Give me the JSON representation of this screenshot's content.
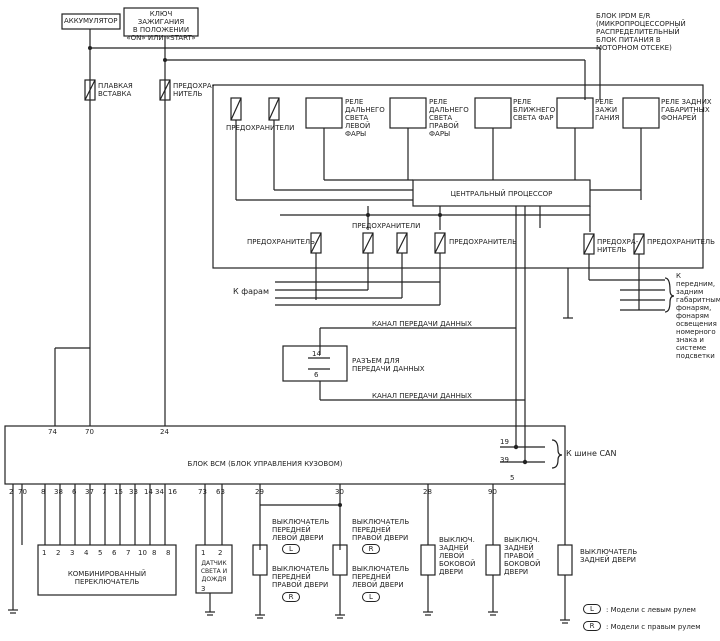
{
  "battery": "АККУМУЛЯТОР",
  "ignition_switch": "КЛЮЧ ЗАЖИГАНИЯ\nВ ПОЛОЖЕНИИ\n«ON» или «START»",
  "ipdm": "БЛОК IPDM E/R\n(МИКРОПРОЦЕССОРНЫЙ\nРАСПРЕДЕЛИТЕЛЬНЫЙ\nБЛОК ПИТАНИЯ В\nМОТОРНОМ ОТСЕКЕ)",
  "fusible_link": "ПЛАВКАЯ\nВСТАВКА",
  "fuse": "ПРЕДОХРА-\nНИТЕЛЬ",
  "fuses": "ПРЕДОХРАНИТЕЛИ",
  "relay_hi_left": "РЕЛЕ\nДАЛЬНЕГО\nСВЕТА\nЛЕВОЙ\nФАРЫ",
  "relay_hi_right": "РЕЛЕ\nДАЛЬНЕГО\nСВЕТА\nПРАВОЙ\nФАРЫ",
  "relay_low": "РЕЛЕ\nБЛИЖНЕГО\nСВЕТА ФАР",
  "relay_ign": "РЕЛЕ\nЗАЖИ\nГАНИЯ",
  "relay_tail": "РЕЛЕ ЗАДНИХ\nГАБАРИТНЫХ\nФОНАРЕЙ",
  "cpu": "ЦЕНТРАЛЬНЫЙ ПРОЦЕССОР",
  "fuse_lower_left": "ПРЕДОХРАНИТЕЛЬ",
  "fuse_lower_mid": "ПРЕДОХРАНИТЕЛИ",
  "fuse_lower_r1": "ПРЕДОХРАНИТЕЛЬ",
  "fuse_lower_r2": "ПРЕДОХРА-\nНИТЕЛЬ",
  "fuse_lower_r3": "ПРЕДОХРАНИТЕЛЬ",
  "to_headlamps": "К фарам",
  "to_lamps": "К передним,\nзадним\nгабаритным\nфонарям,\nфонарям\nосвещения\nномерного\nзнака и\nсистеме\nподсветки",
  "data_channel_1": "КАНАЛ ПЕРЕДАЧИ ДАННЫХ",
  "data_channel_2": "КАНАЛ ПЕРЕДАЧИ ДАННЫХ",
  "data_link": "РАЗЪЕМ ДЛЯ\nПЕРЕДАЧИ ДАННЫХ",
  "dlc_pins": [
    "14",
    "6"
  ],
  "can_bus": "К шине CAN",
  "bcm": "БЛОК BCM (БЛОК УПРАВЛЕНИЯ КУЗОВОМ)",
  "bcm_top_pins": [
    "74",
    "70",
    "24"
  ],
  "bcm_right_pins": [
    "19",
    "39",
    "5"
  ],
  "bcm_bottom_pins": [
    "2",
    "70",
    "8",
    "38",
    "6",
    "37",
    "7",
    "15",
    "33",
    "14",
    "34",
    "16",
    "73",
    "63",
    "29",
    "30",
    "28",
    "90"
  ],
  "combo_switch": "КОМБИНИРОВАННЫЙ\nПЕРЕКЛЮЧАТЕЛЬ",
  "combo_pins": [
    "1",
    "2",
    "3",
    "4",
    "5",
    "6",
    "7",
    "10",
    "8",
    "8"
  ],
  "light_sensor": "ДАТЧИК\nСВЕТА И\nДОЖДЯ",
  "light_sensor_pins": [
    "1",
    "2",
    "3"
  ],
  "sw_front_left": "ВЫКЛЮЧАТЕЛЬ\nПЕРЕДНЕЙ\nЛЕВОЙ ДВЕРИ",
  "sw_front_right": "ВЫКЛЮЧАТЕЛЬ\nПЕРЕДНЕЙ\nПРАВОЙ ДВЕРИ",
  "sw_front_right_b": "ВЫКЛЮЧАТЕЛЬ\nПЕРЕДНЕЙ\nПРАВОЙ ДВЕРИ",
  "sw_front_left_b": "ВЫКЛЮЧАТЕЛЬ\nПЕРЕДНЕЙ\nЛЕВОЙ ДВЕРИ",
  "sw_rear_left": "ВЫКЛЮЧ.\nЗАДНЕЙ\nЛЕВОЙ\nБОКОВОЙ\nДВЕРИ",
  "sw_rear_right": "ВЫКЛЮЧ.\nЗАДНЕЙ\nПРАВОЙ\nБОКОВОЙ\nДВЕРИ",
  "sw_back": "ВЫКЛЮЧАТЕЛЬ\nЗАДНЕЙ ДВЕРИ",
  "badge_l": "L",
  "badge_r": "R",
  "legend_l": ": Модели с левым рулем",
  "legend_r": ": Модели с правым рулем"
}
